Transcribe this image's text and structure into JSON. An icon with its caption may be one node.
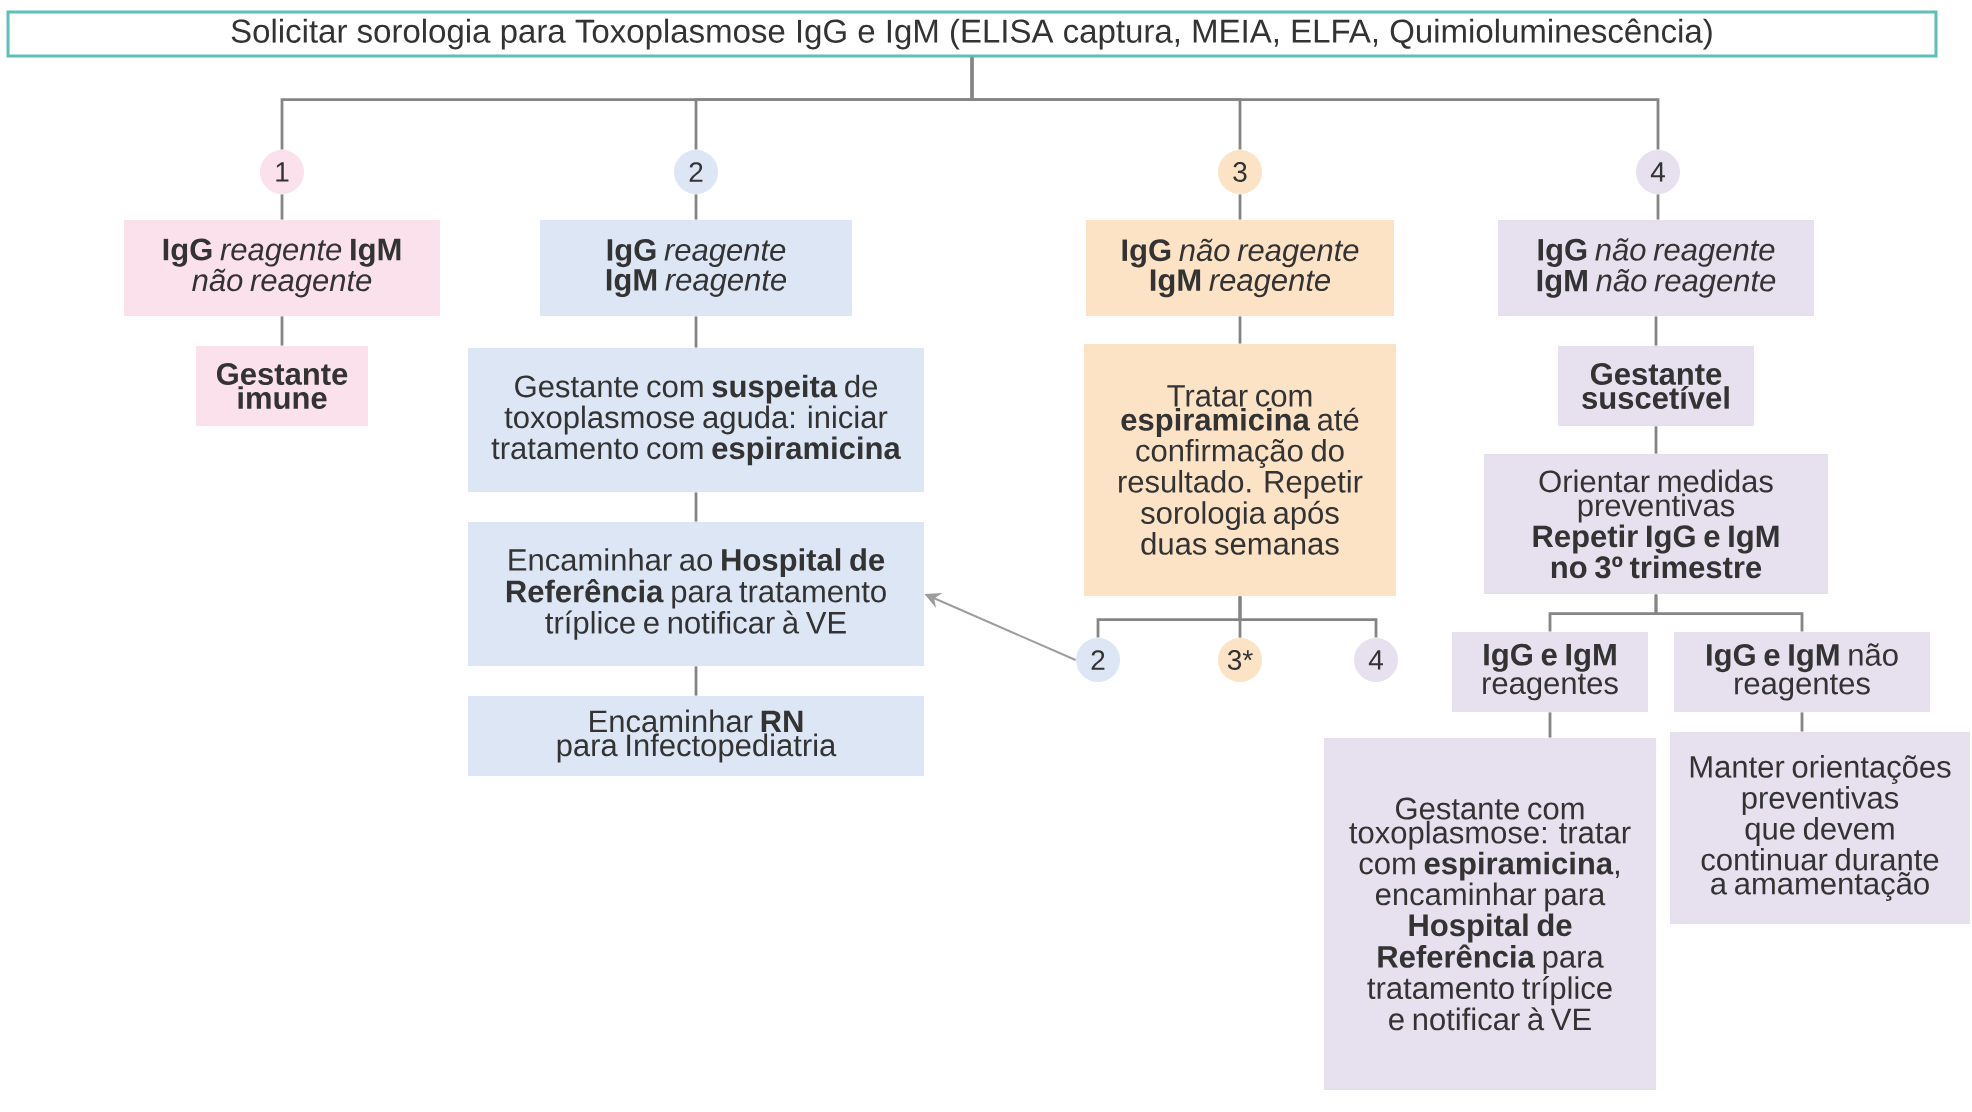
{
  "diagram": {
    "nodes": [
      {
        "text": [
          "Solicitar sorologia para Toxoplasmose IgG e IgM (ELISA captura, MEIA, ELFA, Quimioluminescência)"
        ]
      },
      {
        "text": [
          "1"
        ]
      },
      {
        "text": [
          "2"
        ]
      },
      {
        "text": [
          "3"
        ]
      },
      {
        "text": [
          "4"
        ]
      },
      {
        "text": [
          "**IgG** *reagente* **IgM** *não reagente*"
        ]
      },
      {
        "text": [
          "Gestante imune"
        ]
      },
      {
        "text": [
          "**IgG** *reagente* **IgM** *reagente*"
        ]
      },
      {
        "text": [
          "Gestante com **suspeita** de toxoplasmose aguda: iniciar tratamento com **espiramicina**"
        ]
      },
      {
        "text": [
          "Encaminhar ao **Hospital de Referência** para tratamento tríplice e notificar à VE"
        ]
      },
      {
        "text": [
          "Encaminhar **RN** para Infectopediatria"
        ]
      },
      {
        "text": [
          "**IgG** *não reagente* **IgM** *reagente*"
        ]
      },
      {
        "text": [
          "Tratar com **espiramicina** até confirmação do resultado. Repetir sorologia após duas semanas"
        ]
      },
      {
        "text": [
          "2"
        ]
      },
      {
        "text": [
          "3*"
        ]
      },
      {
        "text": [
          "4"
        ]
      },
      {
        "text": [
          "**IgG** *não reagente* **IgM** *não reagente*"
        ]
      },
      {
        "text": [
          "Gestante suscetível"
        ]
      },
      {
        "text": [
          "Orientar medidas preventivas **Repetir IgG e IgM no 3º trimestre**"
        ]
      },
      {
        "text": [
          "**IgG e IgM** reagentes"
        ]
      },
      {
        "text": [
          "**IgG e IgM** não reagentes"
        ]
      },
      {
        "text": [
          "Gestante com toxoplasmose: tratar com **espiramicina**, encaminhar para **Hospital de Referência** para tratamento tríplice e notificar à VE"
        ]
      },
      {
        "text": [
          "Manter orientações preventivas que devem continuar durante a amamentação"
        ]
      }
    ],
    "edges": [
      {
        "from": 0,
        "to": 1,
        "arrow": "none"
      },
      {
        "from": 0,
        "to": 2,
        "arrow": "none"
      },
      {
        "from": 0,
        "to": 3,
        "arrow": "none"
      },
      {
        "from": 0,
        "to": 4,
        "arrow": "none"
      },
      {
        "from": 1,
        "to": 5,
        "arrow": "none"
      },
      {
        "from": 5,
        "to": 6,
        "arrow": "none"
      },
      {
        "from": 2,
        "to": 7,
        "arrow": "none"
      },
      {
        "from": 7,
        "to": 8,
        "arrow": "none"
      },
      {
        "from": 8,
        "to": 9,
        "arrow": "none"
      },
      {
        "from": 9,
        "to": 10,
        "arrow": "none"
      },
      {
        "from": 3,
        "to": 11,
        "arrow": "none"
      },
      {
        "from": 11,
        "to": 12,
        "arrow": "none"
      },
      {
        "from": 12,
        "to": 13,
        "arrow": "none"
      },
      {
        "from": 12,
        "to": 14,
        "arrow": "none"
      },
      {
        "from": 12,
        "to": 15,
        "arrow": "none"
      },
      {
        "from": 13,
        "to": 9,
        "arrow": "to"
      },
      {
        "from": 4,
        "to": 16,
        "arrow": "none"
      },
      {
        "from": 16,
        "to": 17,
        "arrow": "none"
      },
      {
        "from": 17,
        "to": 18,
        "arrow": "none"
      },
      {
        "from": 18,
        "to": 19,
        "arrow": "none"
      },
      {
        "from": 18,
        "to": 20,
        "arrow": "none"
      },
      {
        "from": 19,
        "to": 21,
        "arrow": "none"
      },
      {
        "from": 20,
        "to": 22,
        "arrow": "none"
      }
    ]
  }
}
